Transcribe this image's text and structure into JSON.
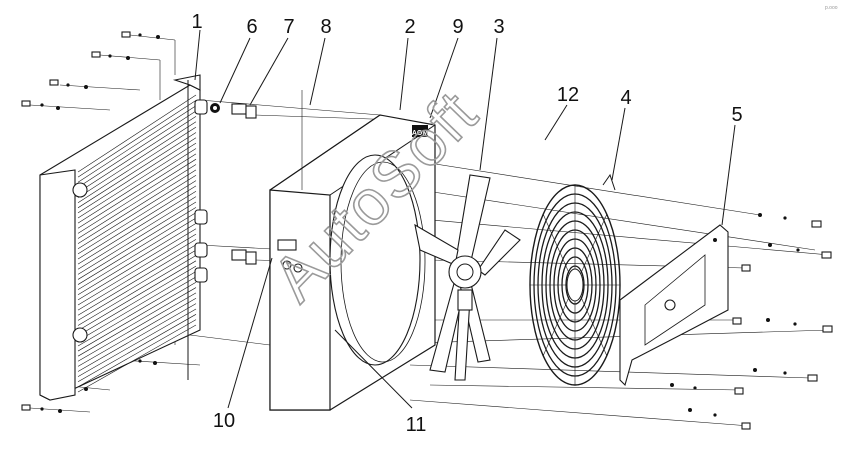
{
  "callouts": {
    "n1": "1",
    "n2": "2",
    "n3": "3",
    "n4": "4",
    "n5": "5",
    "n6": "6",
    "n7": "7",
    "n8": "8",
    "n9": "9",
    "n10": "10",
    "n11": "11",
    "n12": "12"
  },
  "watermark": "AutoSoft",
  "shroud_logo": "AOM",
  "corner_mark": "p.ooo"
}
